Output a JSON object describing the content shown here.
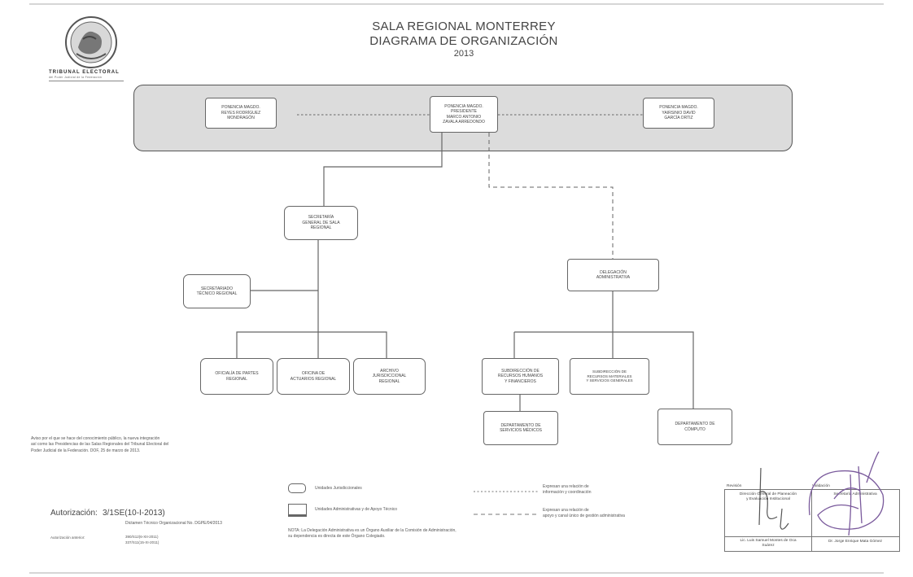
{
  "document": {
    "title_line1": "SALA REGIONAL MONTERREY",
    "title_line2": "DIAGRAMA DE ORGANIZACIÓN",
    "year": "2013",
    "logo_text": "TRIBUNAL ELECTORAL",
    "logo_subtext": "del Poder Judicial de la Federación"
  },
  "org": {
    "ponencia_left": "PONENCIA MAGDO.\nREYES RODRÍGUEZ\nMONDRAGÓN",
    "ponencia_center": "PONENCIA MAGDO.\nPRESIDENTE\nMARCO ANTONIO\nZAVALA ARREDONDO",
    "ponencia_right": "PONENCIA MAGDO.\nYAIRSINIO DAVID\nGARCÍA ORTIZ",
    "secretaria_general": "SECRETARÍA\nGENERAL DE SALA\nREGIONAL",
    "secretariado_tecnico": "SECRETARIADO\nTÉCNICO REGIONAL",
    "oficialia_partes": "OFICIALÍA DE PARTES\nREGIONAL",
    "oficina_actuarios": "OFICINA DE\nACTUARIOS REGIONAL",
    "archivo": "ARCHIVO\nJURISDICCIONAL\nREGIONAL",
    "delegacion": "DELEGACIÓN\nADMINISTRATIVA",
    "subdir_rrhh": "SUBDIRECCIÓN DE\nRECURSOS HUMANOS\nY FINANCIEROS",
    "subdir_rm": "SUBDIRECCIÓN DE\nRECURSOS MATERIALES\nY SERVICIOS GENERALES",
    "depto_medicos": "DEPARTAMENTO DE\nSERVICIOS MÉDICOS",
    "depto_computo": "DEPARTAMENTO DE\nCÓMPUTO"
  },
  "notice": "Aviso por el que se hace del conocimiento público, la nueva integración\nasí como las Presidencias de las Salas Regionales del Tribunal Electoral del\nPoder Judicial de la Federación. DOF, 25 de marzo de 2013.",
  "legend": {
    "jurisdiccionales": "Unidades Jurisdiccionales",
    "administrativas": "Unidades Administrativas y de Apoyo Técnico",
    "dotted": "Expresan una relación de\ninformación y coordinación",
    "dashed": "Expresan una relación de\napoyo y canal único de gestión administrativa",
    "note": "NOTA: La Delegación Administrativa es un Órgano Auxiliar de la Comisión de Administración,\nsu dependencia es directa de este Órgano Colegiado."
  },
  "authorization": {
    "label": "Autorización:",
    "value": "3/1SE(10-I-2013)",
    "dictamen": "Dictamen Técnico Organizacional No. DGPE/04/2013",
    "previous_label": "Autorización anterior:",
    "previous_values": "390/S12(6-XII-2011)\n337/S11(15-XI-2011)"
  },
  "revision": {
    "revision_label": "Revisión",
    "validation_label": "Validación",
    "revision_unit": "Dirección General de Planeación\ny Evaluación Institucional",
    "validation_unit": "Secretaría Administrativa",
    "revision_name": "Lic. Luis Samuel Montes de Oca\nSuárez",
    "validation_name": "Dr. Jorge Enrique Mata Gómez"
  }
}
